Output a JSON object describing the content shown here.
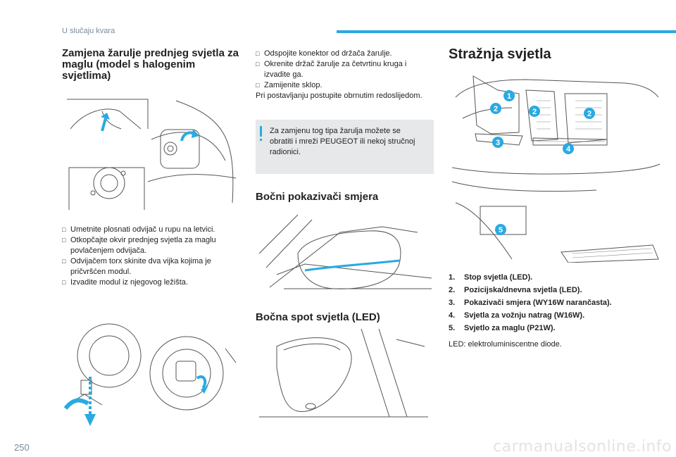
{
  "header": {
    "section": "U slučaju kvara"
  },
  "page_number": "250",
  "watermark": "carmanualsonline.info",
  "left_column": {
    "title": "Zamjena žarulje prednjeg svjetla za maglu (model s halogenim svjetlima)",
    "steps": [
      "Umetnite plosnati odvijač u rupu na letvici.",
      "Otkopčajte okvir prednjeg svjetla za maglu povlačenjem odvijača.",
      "Odvijačem torx skinite dva vijka kojima je pričvršćen modul.",
      "Izvadite modul iz njegovog ležišta."
    ]
  },
  "middle_column": {
    "steps": [
      "Odspojite konektor od držača žarulje.",
      "Okrenite držač žarulje za četvrtinu kruga i izvadite ga.",
      "Zamijenite sklop."
    ],
    "paragraph": "Pri postavljanju postupite obrnutim redoslijedom.",
    "note": "Za zamjenu tog tipa žarulja možete se obratiti i mreži PEUGEOT ili nekoj stručnoj radionici.",
    "section_side_indicators": "Bočni pokazivači smjera",
    "section_side_spot": "Bočna spot svjetla (LED)"
  },
  "right_column": {
    "title": "Stražnja svjetla",
    "badges": [
      "1",
      "2",
      "2",
      "2",
      "3",
      "4",
      "5"
    ],
    "legend": [
      {
        "num": "1.",
        "text": "Stop svjetla (LED)."
      },
      {
        "num": "2.",
        "text": "Pozicijska/dnevna svjetla (LED)."
      },
      {
        "num": "3.",
        "text": "Pokazivači smjera (WY16W narančasta)."
      },
      {
        "num": "4.",
        "text": "Svjetla za vožnju natrag (W16W)."
      },
      {
        "num": "5.",
        "text": "Svjetlo za maglu (P21W)."
      }
    ],
    "legend_note": "LED: elektroluminiscentne diode."
  },
  "colors": {
    "accent": "#29aae1",
    "note_bg": "#e7e8e9",
    "text": "#222222",
    "muted": "#7a8a99"
  }
}
